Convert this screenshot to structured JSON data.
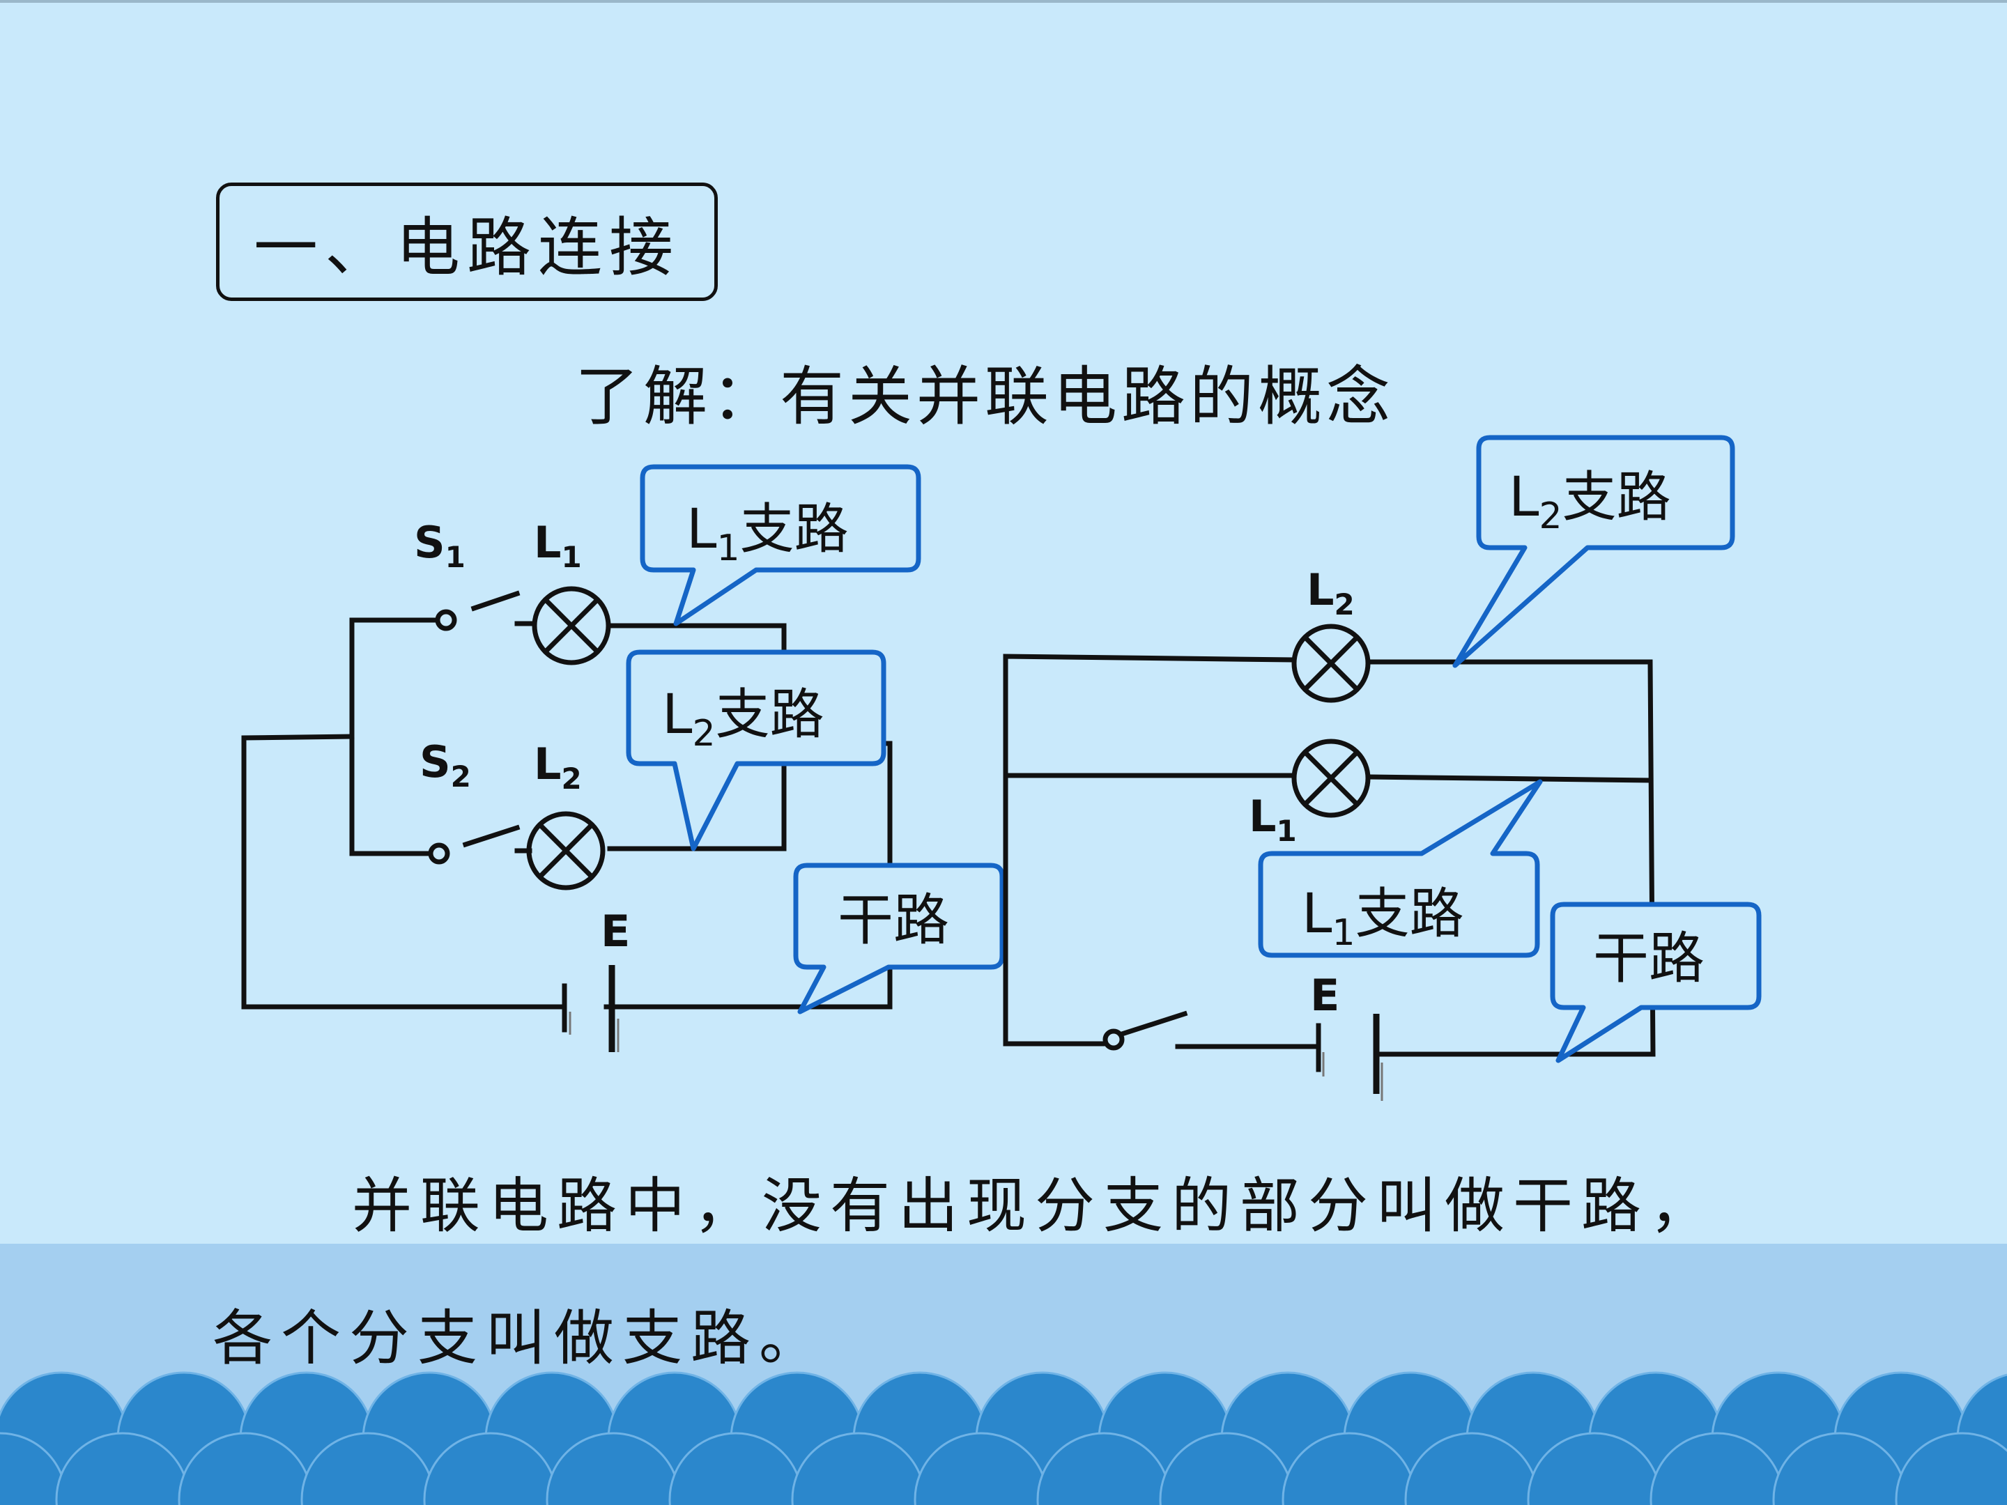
{
  "section_title": "一、电路连接",
  "subtitle": "了解：有关并联电路的概念",
  "body_line1": "并联电路中，没有出现分支的部分叫做干路，",
  "body_line2": "各个分支叫做支路。",
  "left_circuit": {
    "s1_letter": "S",
    "s1_sub": "1",
    "l1_letter": "L",
    "l1_sub": "1",
    "s2_letter": "S",
    "s2_sub": "2",
    "l2_letter": "L",
    "l2_sub": "2",
    "battery_label": "E",
    "callout_l1": {
      "letter": "L",
      "sub": "1",
      "text": "支路"
    },
    "callout_l2": {
      "letter": "L",
      "sub": "2",
      "text": "支路"
    },
    "callout_main": {
      "text": "干路"
    }
  },
  "right_circuit": {
    "l2_letter": "L",
    "l2_sub": "2",
    "l1_letter": "L",
    "l1_sub": "1",
    "battery_label": "E",
    "callout_l2": {
      "letter": "L",
      "sub": "2",
      "text": "支路"
    },
    "callout_l1": {
      "letter": "L",
      "sub": "1",
      "text": "支路"
    },
    "callout_main": {
      "text": "干路"
    }
  },
  "colors": {
    "background": "#c9e9fb",
    "lower_band": "#a4cff0",
    "wave": "#2b87cc",
    "callout_border": "#1565c6",
    "wire": "#111111"
  }
}
